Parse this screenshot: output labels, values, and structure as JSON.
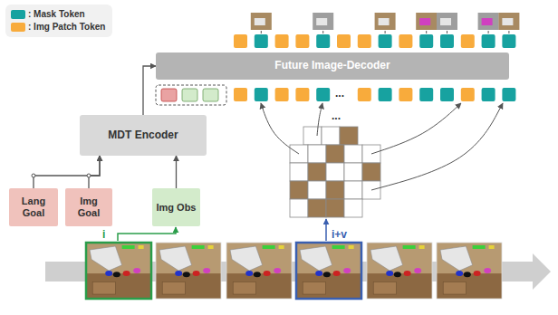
{
  "diagram": {
    "nodes": [
      {
        "text": [
          "Future Image-Decoder"
        ]
      },
      {
        "text": [
          "MDT Encoder"
        ]
      },
      {
        "text": [
          "Lang Goal"
        ]
      },
      {
        "text": [
          "Img Goal"
        ]
      },
      {
        "text": [
          "Img Obs"
        ]
      }
    ],
    "edges": [
      {
        "from": 2,
        "to": 1,
        "arrow": "to"
      },
      {
        "from": 3,
        "to": 1,
        "arrow": "to"
      },
      {
        "from": 4,
        "to": 1,
        "arrow": "to"
      },
      {
        "from": 1,
        "to": 0,
        "arrow": "to"
      }
    ],
    "labels": [
      "i",
      "i+v",
      "...",
      "..."
    ],
    "legend": [
      {
        "text": ": Mask Token",
        "color": "#17a2a0"
      },
      {
        "text": ": Img Patch Token",
        "color": "#f8ab3c"
      }
    ]
  }
}
